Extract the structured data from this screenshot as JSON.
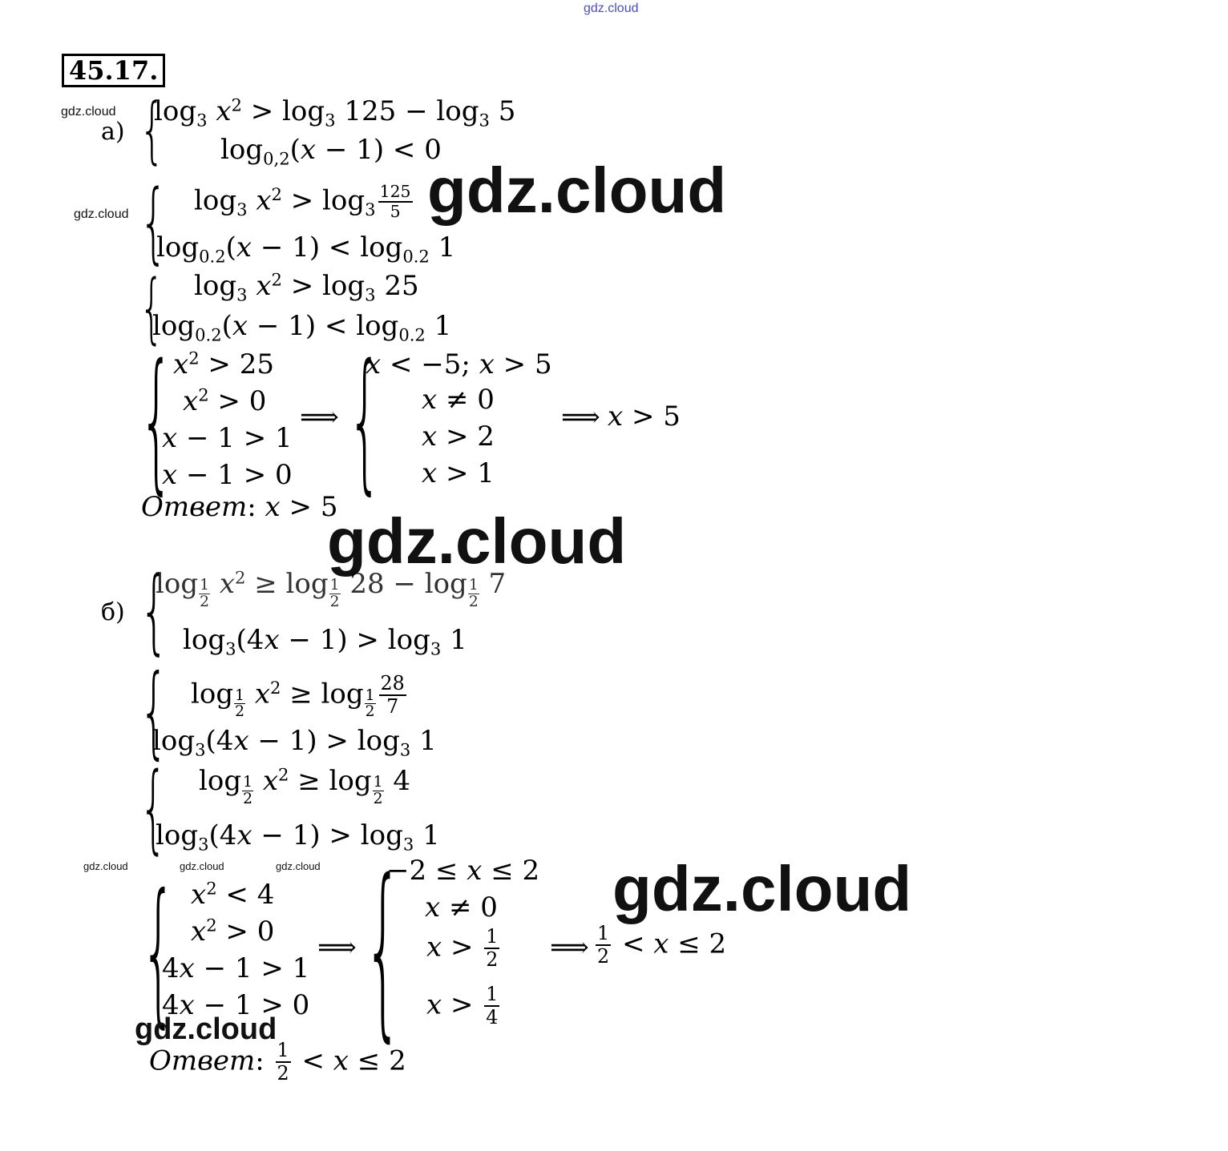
{
  "header": {
    "top_watermark": "gdz.cloud"
  },
  "problem": {
    "number": "45.17."
  },
  "watermarks": {
    "big": "gdz.cloud",
    "small": "gdz.cloud"
  },
  "part_a": {
    "label": "а)",
    "s1_l1": "log₃x² > log₃125 − log₃5",
    "s1_l2": "log₀,₂(x − 1) < 0",
    "s4_c1": [
      "x² > 25",
      "x² > 0",
      "x − 1 > 1",
      "x − 1 > 0"
    ],
    "s4_c2": [
      "x < −5; x > 5",
      "x ≠ 0",
      "x > 2",
      "x > 1"
    ],
    "implies": "⟹",
    "result": "x > 5",
    "answer_label": "Ответ",
    "answer": "x > 5"
  },
  "part_b": {
    "label": "б)",
    "s4_c1": [
      "x² < 4",
      "x² > 0",
      "4x − 1 > 1",
      "4x − 1 > 0"
    ],
    "s4_c2_top": "−2 ≤ x ≤ 2",
    "s4_c2_2": "x ≠ 0",
    "answer_label": "Ответ"
  }
}
